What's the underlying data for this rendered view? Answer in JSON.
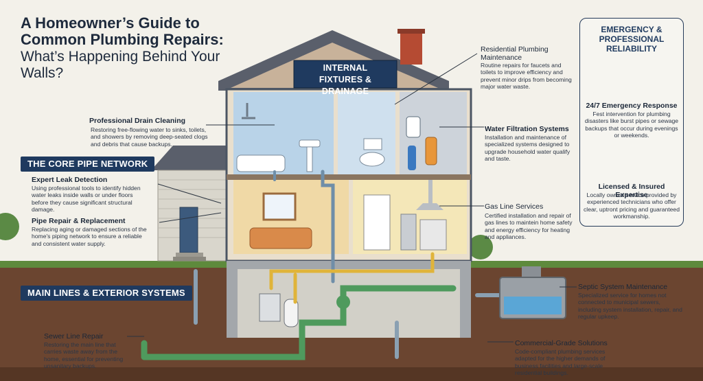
{
  "title": "A Homeowner’s Guide to Common Plumbing Repairs:",
  "subtitle": "What’s Happening Behind Your Walls?",
  "sections": {
    "internal": "INTERNAL FIXTURES & DRAINAGE",
    "core": "THE CORE PIPE NETWORK",
    "main": "MAIN LINES & EXTERIOR SYSTEMS"
  },
  "panel": {
    "title": "EMERGENCY & PROFESSIONAL RELIABILITY",
    "items": [
      {
        "heading": "24/7 Emergency Response",
        "text": "Fest intervention for plumbing disasters like burst pipes or sewage backups that occur during evenings or weekends."
      },
      {
        "heading": "Licensed & Insured Expertise",
        "text": "Locally owned service provided by experienced technicians who offer clear, uptront pricing and guaranteed workmanship."
      }
    ]
  },
  "callouts": {
    "drain": {
      "heading": "Professional Drain Cleaning",
      "text": "Restoring free-flowing water to sinks, toilets, and showers by removing deep-seated clogs and debris that cause backups."
    },
    "leak": {
      "heading": "Expert Leak Detection",
      "text": "Using professional tools to identify hidden water leaks inside walls or under floors before they cause significant structural damage."
    },
    "pipe": {
      "heading": "Pipe Repair & Replacement",
      "text": "Replacing aging or damaged sections of the home's piping network to ensure a reliable and consistent water supply."
    },
    "sewer": {
      "heading": "Sewer Line Repair",
      "text": "Restoring the main line that carries waste away from the home, essential for preventing unsanitary backups."
    },
    "residential": {
      "heading": "Residential Plumbing Maintenance",
      "text": "Routine repairs for faucets and toilets to improve efficiency and prevent minor drips from becoming major water waste."
    },
    "filtration": {
      "heading": "Water Filtration Systems",
      "text": "Installation and maintenance of specialized systems designed to upgrade household water qualify and taste."
    },
    "gas": {
      "heading": "Gas Line Services",
      "text": "Certified installation and repair of gas lines to maintein home safety and energy efficiency for heating and appliances."
    },
    "septic": {
      "heading": "Septic System Maintenance",
      "text": "Specialized service for homes not connected to municipal sewers, including system installation, repair, and regular upkeep."
    },
    "commercial": {
      "heading": "Commercial-Grade Solutions",
      "text": "Code-compliant plumbing services adapted for the higher demands of business facilities and large-scale residential buildings."
    }
  },
  "colors": {
    "navy": "#1f3a5f",
    "water_pipe": "#6f8ea8",
    "gas_pipe": "#e0b43a",
    "sewer_pipe": "#4f9a5d",
    "soil": "#6b4530",
    "roof": "#5a5f6b"
  }
}
